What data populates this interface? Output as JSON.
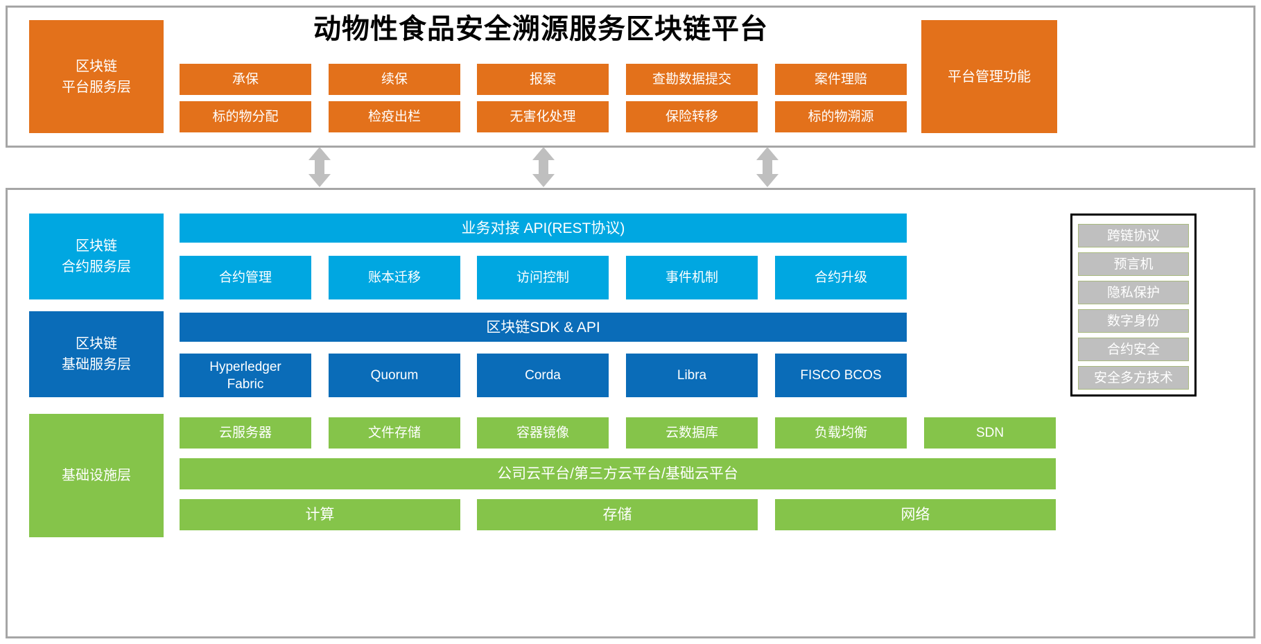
{
  "diagram": {
    "title": "动物性食品安全溯源服务区块链平台",
    "colors": {
      "orange": "#E3711B",
      "cyan": "#00A7E1",
      "dark_blue": "#0A6CB8",
      "green": "#85C44A",
      "gray": "#BFBFBF",
      "gray_border": "#A9BA7E",
      "panel_border": "#A6A6A6",
      "arrow": "#BFBFBF"
    }
  },
  "top_panel": {
    "service_layer_label": "区块链\n平台服务层",
    "platform_admin_label": "平台管理功能",
    "business_row_1": [
      {
        "label": "承保"
      },
      {
        "label": "续保"
      },
      {
        "label": "报案"
      },
      {
        "label": "查勘数据提交"
      },
      {
        "label": "案件理赔"
      }
    ],
    "business_row_2": [
      {
        "label": "标的物分配"
      },
      {
        "label": "检疫出栏"
      },
      {
        "label": "无害化处理"
      },
      {
        "label": "保险转移"
      },
      {
        "label": "标的物溯源"
      }
    ]
  },
  "connectors": {
    "arrow_icon": "double-headed-vertical-arrow",
    "count": 3
  },
  "contract_layer": {
    "label": "区块链\n合约服务层",
    "api_bar": "业务对接 API(REST协议)",
    "items": [
      {
        "label": "合约管理"
      },
      {
        "label": "账本迁移"
      },
      {
        "label": "访问控制"
      },
      {
        "label": "事件机制"
      },
      {
        "label": "合约升级"
      }
    ]
  },
  "base_layer": {
    "label": "区块链\n基础服务层",
    "sdk_bar": "区块链SDK & API",
    "items": [
      {
        "label": "Hyperledger\nFabric"
      },
      {
        "label": "Quorum"
      },
      {
        "label": "Corda"
      },
      {
        "label": "Libra"
      },
      {
        "label": "FISCO BCOS"
      }
    ]
  },
  "support_panel": {
    "items": [
      {
        "label": "跨链协议"
      },
      {
        "label": "预言机"
      },
      {
        "label": "隐私保护"
      },
      {
        "label": "数字身份"
      },
      {
        "label": "合约安全"
      },
      {
        "label": "安全多方技术"
      }
    ]
  },
  "infra_layer": {
    "label": "基础设施层",
    "row_1": [
      {
        "label": "云服务器"
      },
      {
        "label": "文件存储"
      },
      {
        "label": "容器镜像"
      },
      {
        "label": "云数据库"
      },
      {
        "label": "负载均衡"
      },
      {
        "label": "SDN"
      }
    ],
    "cloud_bar": "公司云平台/第三方云平台/基础云平台",
    "row_3": [
      {
        "label": "计算"
      },
      {
        "label": "存储"
      },
      {
        "label": "网络"
      }
    ]
  }
}
